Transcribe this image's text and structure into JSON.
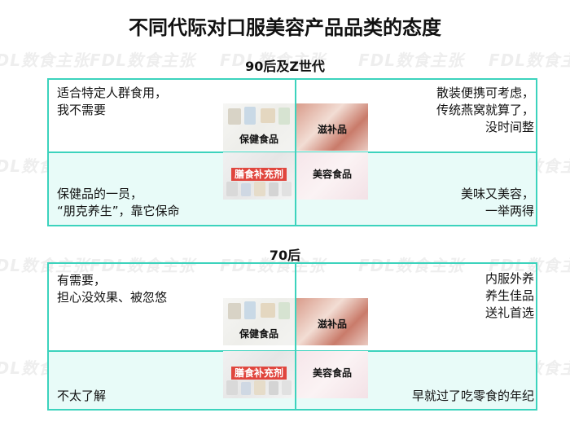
{
  "title": "不同代际对口服美容产品品类的态度",
  "watermark": "FDL数食主张",
  "sections": [
    {
      "heading": "90后及Z世代",
      "top_left": [
        "适合特定人群食用，",
        "我不需要"
      ],
      "top_right": [
        "散装便携可考虑，",
        "传统燕窝就算了，",
        "没时间整"
      ],
      "bottom_left": [
        "保健品的一员，",
        "“朋克养生”，靠它保命"
      ],
      "bottom_right": [
        "美味又美容，",
        "一举两得"
      ],
      "categories": [
        "保健食品",
        "滋补品",
        "膳食补充剂",
        "美容食品"
      ]
    },
    {
      "heading": "70后",
      "top_left": [
        "有需要，",
        "担心没效果、被忽悠"
      ],
      "top_right": [
        "内服外养",
        "养生佳品",
        "送礼首选"
      ],
      "bottom_left": [
        "不太了解"
      ],
      "bottom_right": [
        "早就过了吃零食的年纪"
      ],
      "categories": [
        "保健食品",
        "滋补品",
        "膳食补充剂",
        "美容食品"
      ]
    }
  ],
  "colors": {
    "accent": "#3cd3bd",
    "band": "#e8fbf8",
    "highlight": "#e0463e"
  }
}
